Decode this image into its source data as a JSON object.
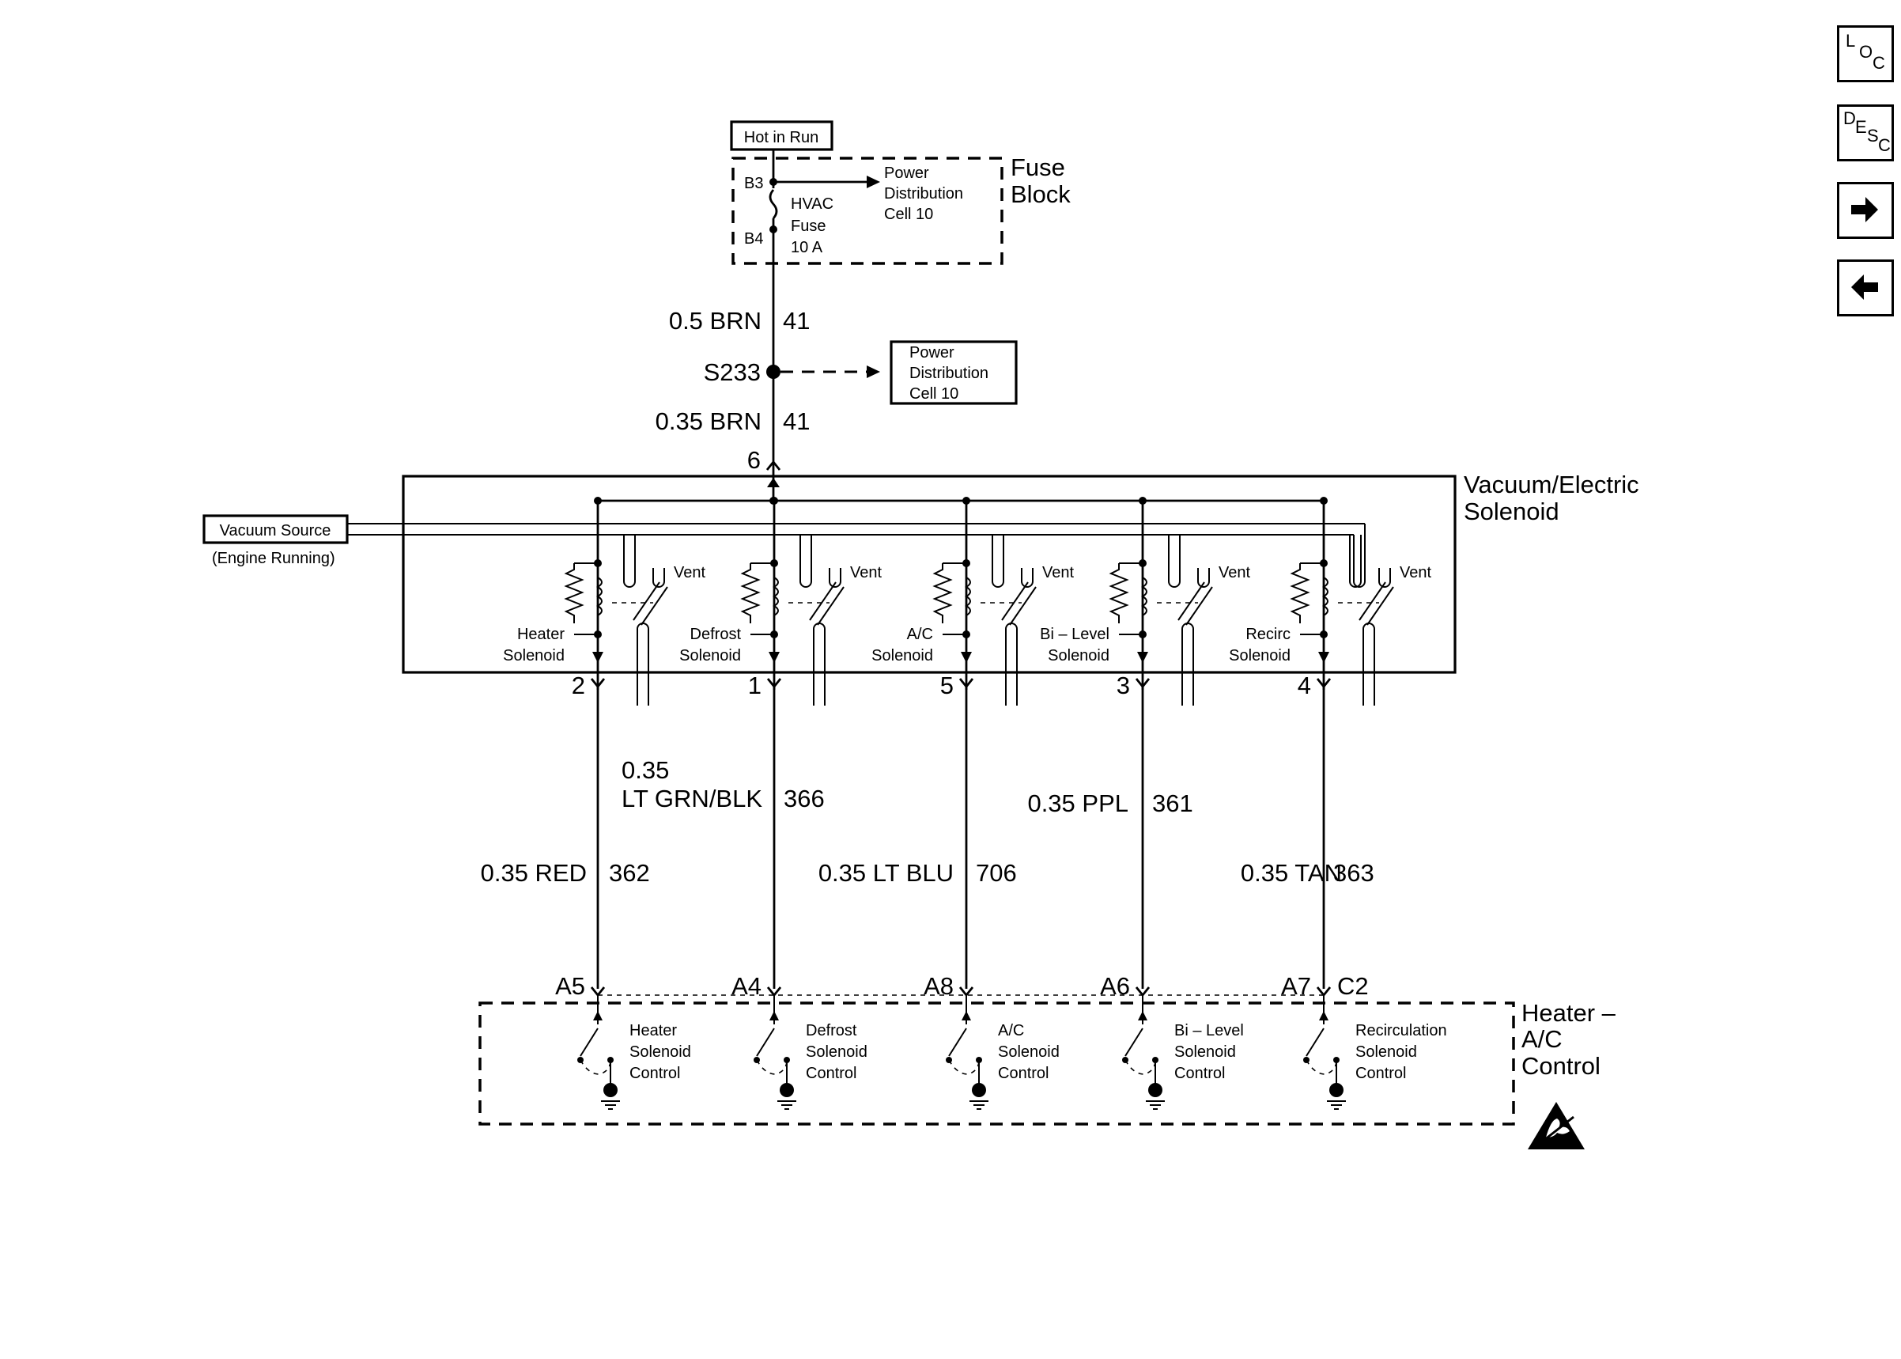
{
  "nav": {
    "loc": {
      "l1": "L",
      "l2": "O",
      "l3": "C"
    },
    "desc": {
      "l1": "D",
      "l2": "E",
      "l3": "S",
      "l4": "C"
    }
  },
  "hot_label": "Hot in Run",
  "fuse_block": {
    "title_1": "Fuse",
    "title_2": "Block",
    "pin_b3": "B3",
    "pin_b4": "B4",
    "fuse_1": "HVAC",
    "fuse_2": "Fuse",
    "fuse_3": "10 A",
    "ref_1": "Power",
    "ref_2": "Distribution",
    "ref_3": "Cell 10"
  },
  "feed": {
    "wire_upper": {
      "gauge": "0.5 BRN",
      "circuit": "41"
    },
    "splice": "S233",
    "ref_1": "Power",
    "ref_2": "Distribution",
    "ref_3": "Cell 10",
    "wire_lower": {
      "gauge": "0.35 BRN",
      "circuit": "41"
    },
    "pin": "6"
  },
  "solenoid_block": {
    "title_1": "Vacuum/Electric",
    "title_2": "Solenoid"
  },
  "vacuum": {
    "source": "Vacuum Source",
    "note": "(Engine Running)"
  },
  "vent_label": "Vent",
  "solenoids": [
    {
      "l1": "Heater",
      "l2": "Solenoid",
      "pin": "2"
    },
    {
      "l1": "Defrost",
      "l2": "Solenoid",
      "pin": "1"
    },
    {
      "l1": "A/C",
      "l2": "Solenoid",
      "pin": "5"
    },
    {
      "l1": "Bi – Level",
      "l2": "Solenoid",
      "pin": "3"
    },
    {
      "l1": "Recirc",
      "l2": "Solenoid",
      "pin": "4"
    }
  ],
  "wires": [
    {
      "gauge": "0.35 RED",
      "circuit": "362"
    },
    {
      "gauge_1": "0.35",
      "gauge_2": "LT GRN/BLK",
      "circuit": "366"
    },
    {
      "gauge": "0.35 LT BLU",
      "circuit": "706"
    },
    {
      "gauge": "0.35 PPL",
      "circuit": "361"
    },
    {
      "gauge": "0.35 TAN",
      "circuit": "363"
    }
  ],
  "control": {
    "title_1": "Heater –",
    "title_2": "A/C",
    "title_3": "Control",
    "extra_pin": "C2",
    "channels": [
      {
        "pin": "A5",
        "l1": "Heater",
        "l2": "Solenoid",
        "l3": "Control"
      },
      {
        "pin": "A4",
        "l1": "Defrost",
        "l2": "Solenoid",
        "l3": "Control"
      },
      {
        "pin": "A8",
        "l1": "A/C",
        "l2": "Solenoid",
        "l3": "Control"
      },
      {
        "pin": "A6",
        "l1": "Bi – Level",
        "l2": "Solenoid",
        "l3": "Control"
      },
      {
        "pin": "A7",
        "l1": "Recirculation",
        "l2": "Solenoid",
        "l3": "Control"
      }
    ]
  },
  "icons": [
    "loc-button",
    "desc-button",
    "next-arrow-icon",
    "prev-arrow-icon",
    "esd-warning-icon"
  ]
}
